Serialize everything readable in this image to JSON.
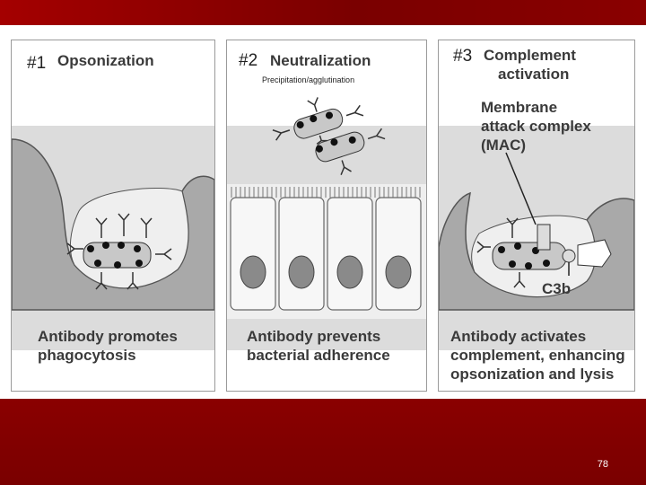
{
  "panels": [
    {
      "number": "#1",
      "title": "Opsonization",
      "caption_line1": "Antibody promotes",
      "caption_line2": "phagocytosis"
    },
    {
      "number": "#2",
      "title": "Neutralization",
      "subtitle": "Precipitation/agglutination",
      "caption_line1": "Antibody prevents",
      "caption_line2": "bacterial adherence"
    },
    {
      "number": "#3",
      "title_line1": "Complement",
      "title_line2": "activation",
      "mac_line1": "Membrane",
      "mac_line2": "attack complex",
      "mac_line3": "(MAC)",
      "c3b": "C3b",
      "caption_line1": "Antibody activates",
      "caption_line2": "complement, enhancing",
      "caption_line3": "opsonization and lysis"
    }
  ],
  "slide_number": "78",
  "colors": {
    "slide_bg": "#8e0000",
    "panel_shade": "#dcdcdc"
  }
}
